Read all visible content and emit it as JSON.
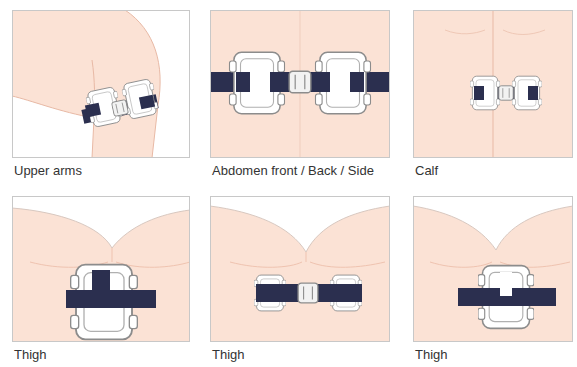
{
  "diagram": {
    "labels": [
      "Upper arms",
      "Abdomen front / Back / Side",
      "Calf",
      "Thigh",
      "Thigh",
      "Thigh"
    ]
  }
}
